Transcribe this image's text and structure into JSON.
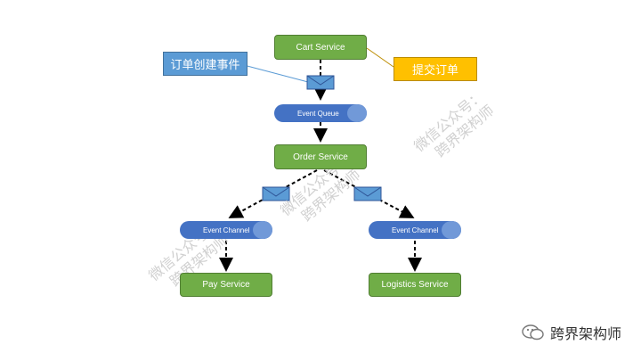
{
  "nodes": {
    "cart_service": "Cart Service",
    "event_queue": "Event  Queue",
    "order_service": "Order Service",
    "event_channel_left": "Event  Channel",
    "event_channel_right": "Event  Channel",
    "pay_service": "Pay Service",
    "logistics_service": "Logistics Service"
  },
  "callouts": {
    "order_created_event": "订单创建事件",
    "submit_order": "提交订单"
  },
  "watermarks": {
    "line1": "微信公众号：",
    "line2": "跨界架构师"
  },
  "footer": {
    "account": "跨界架构师",
    "icon": "wechat-icon"
  },
  "colors": {
    "service_green": "#70ad47",
    "channel_blue": "#4472c4",
    "callout_blue": "#5b9bd5",
    "callout_yellow": "#ffc000"
  }
}
